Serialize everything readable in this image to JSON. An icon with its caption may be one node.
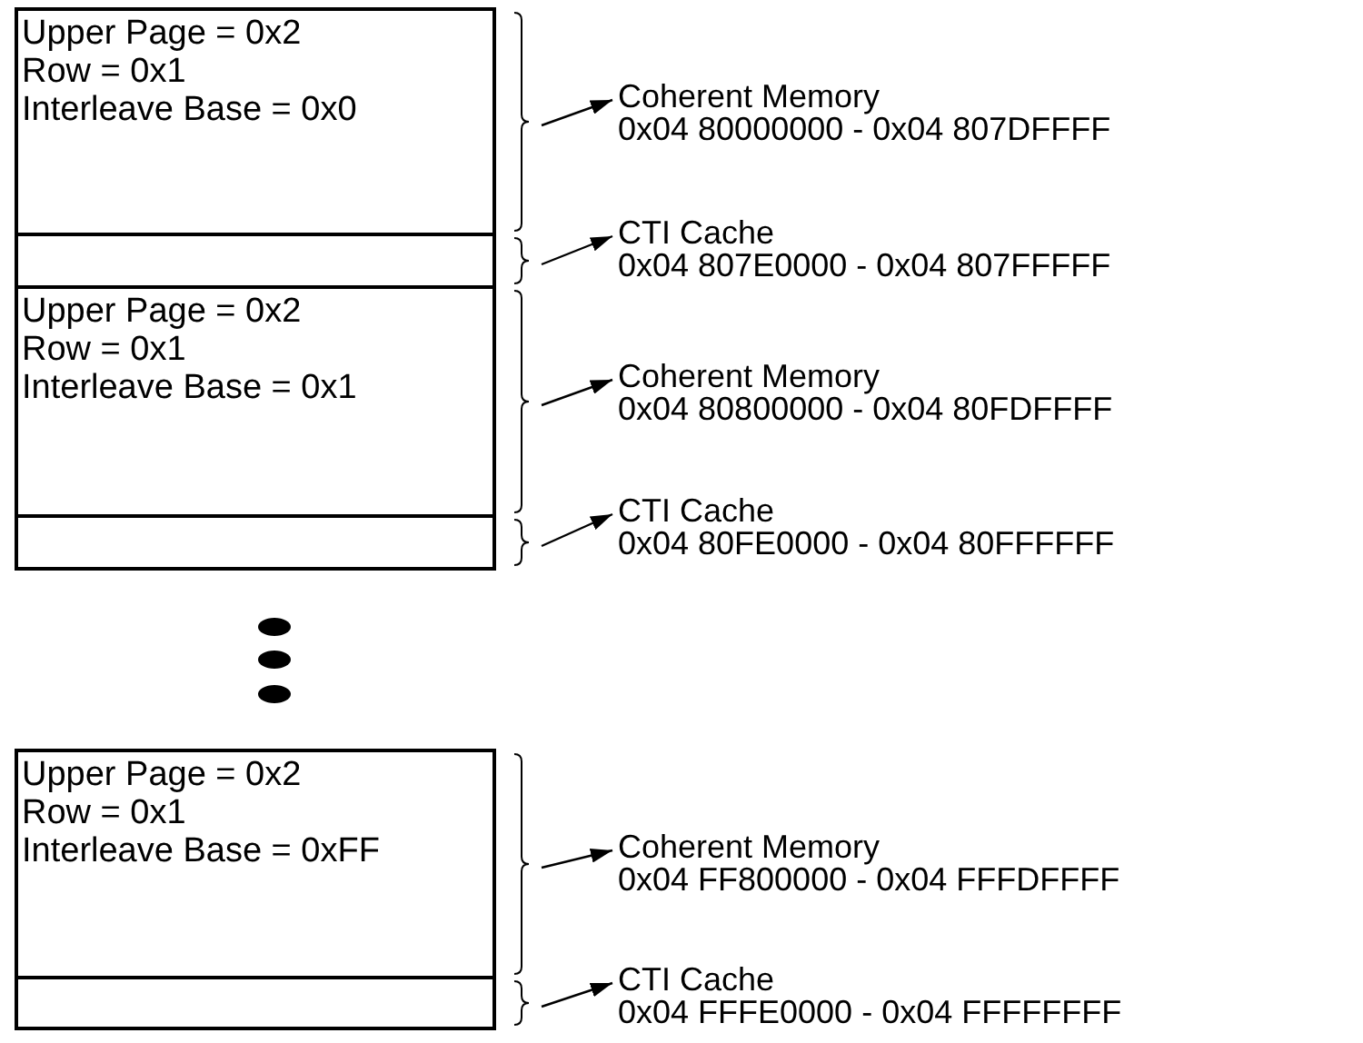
{
  "diagram": {
    "nodes": [
      {
        "text": [
          "Upper Page = 0x2",
          "Row = 0x1",
          "Interleave Base = 0x0"
        ]
      },
      {
        "text": [],
        "shape": "box"
      },
      {
        "text": [
          "Coherent Memory",
          "0x04 80000000 - 0x04 807DFFFF"
        ]
      },
      {
        "text": [
          "CTI Cache",
          "0x04 807E0000 - 0x04 807FFFFF"
        ]
      },
      {
        "text": [
          "Upper Page = 0x2",
          "Row = 0x1",
          "Interleave Base = 0x1"
        ]
      },
      {
        "text": [],
        "shape": "box"
      },
      {
        "text": [
          "Coherent Memory",
          "0x04 80800000 - 0x04 80FDFFFF"
        ]
      },
      {
        "text": [
          "CTI Cache",
          "0x04 80FE0000 - 0x04 80FFFFFF"
        ]
      },
      {
        "text": [
          "Upper Page = 0x2",
          "Row = 0x1",
          "Interleave Base = 0xFF"
        ]
      },
      {
        "text": [],
        "shape": "box"
      },
      {
        "text": [
          "Coherent Memory",
          "0x04 FF800000 - 0x04 FFFDFFFF"
        ]
      },
      {
        "text": [
          "CTI Cache",
          "0x04 FFFE0000 - 0x04 FFFFFFFF"
        ]
      }
    ],
    "edges": [
      {
        "from": 0,
        "to": 2,
        "arrow": "to"
      },
      {
        "from": 1,
        "to": 3,
        "arrow": "to"
      },
      {
        "from": 4,
        "to": 6,
        "arrow": "to"
      },
      {
        "from": 5,
        "to": 7,
        "arrow": "to"
      },
      {
        "from": 8,
        "to": 10,
        "arrow": "to"
      },
      {
        "from": 9,
        "to": 11,
        "arrow": "to"
      }
    ]
  }
}
